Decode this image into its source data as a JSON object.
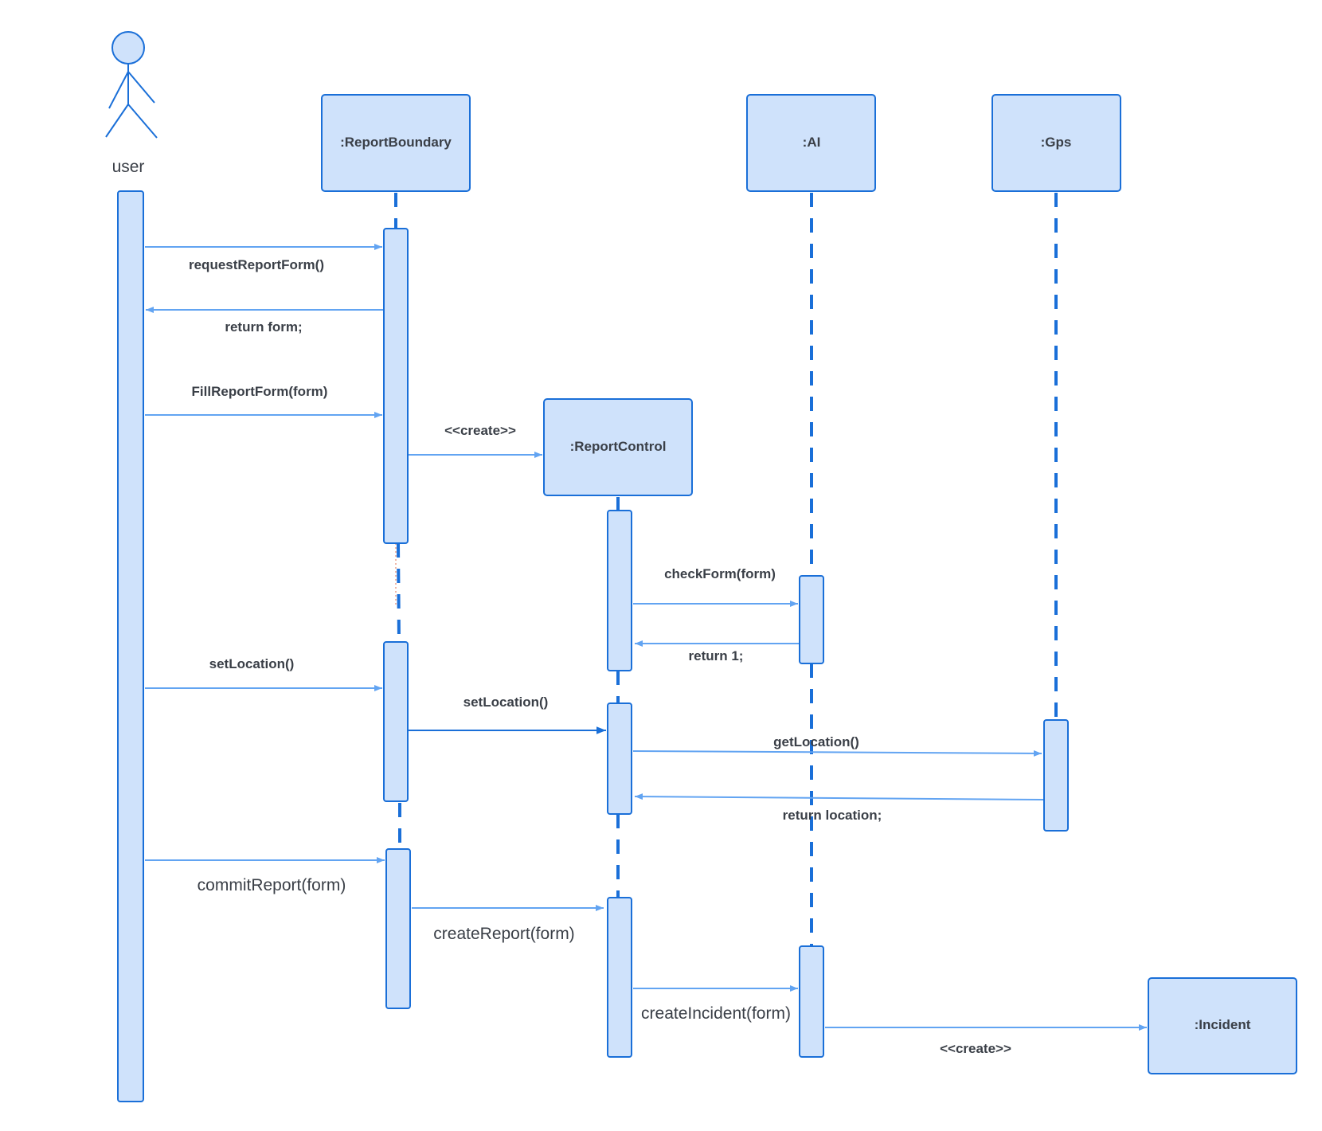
{
  "actor": {
    "label": "user"
  },
  "objects": {
    "report_boundary": ":ReportBoundary",
    "ai": ":AI",
    "gps": ":Gps",
    "report_control": ":ReportControl",
    "incident": ":Incident"
  },
  "messages": {
    "request_report_form": "requestReportForm()",
    "return_form": "return form;",
    "fill_report_form": "FillReportForm(form)",
    "create_report_control": "<<create>>",
    "check_form": "checkForm(form)",
    "return_1": "return 1;",
    "set_location_user": "setLocation()",
    "set_location_boundary": "setLocation()",
    "get_location": "getLocation()",
    "return_location": "return location;",
    "commit_report": "commitReport(form)",
    "create_report": "createReport(form)",
    "create_incident": "createIncident(form)",
    "create_incident_object": "<<create>>"
  },
  "colors": {
    "box_fill": "#cfe2fb",
    "box_stroke": "#1a6fd8",
    "lifeline": "#1a6fd8",
    "arrow": "#62a4f2",
    "text": "#3a3f47"
  }
}
